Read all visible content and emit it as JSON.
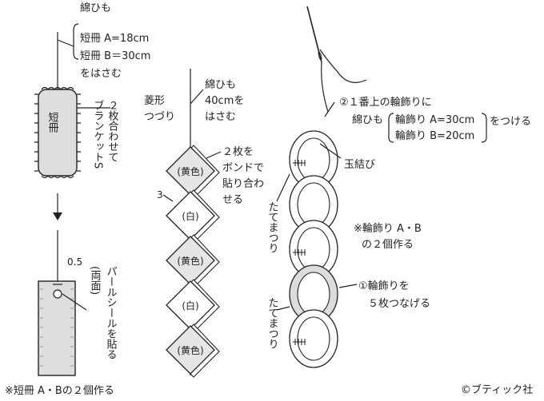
{
  "tanzaku": {
    "string_title": "綿ひも",
    "string_a": "短冊 A=18cm",
    "string_b": "短冊 B＝30cm",
    "string_end": "をはさむ",
    "card_label": "短冊",
    "blanket_l1": "２枚合わせて",
    "blanket_l2": "ブランケットS",
    "size_label": "0.5",
    "both_sides": "(両面)",
    "pearl_seal": "パールシールを貼る",
    "note": "※短冊 A・Bの２個作る"
  },
  "hishigata": {
    "title_l1": "菱形",
    "title_l2": "つづり",
    "string_l1": "綿ひも",
    "string_l2": "40cmを",
    "string_l3": "はさむ",
    "bond_l1": "２枚を",
    "bond_l2": "ボンドで",
    "bond_l3": "貼り合わ",
    "bond_l4": "せる",
    "size_label": "3",
    "diamonds": [
      {
        "label": "黄色",
        "color": "#e6e6e6"
      },
      {
        "label": "白",
        "color": "#ffffff"
      },
      {
        "label": "黄色",
        "color": "#e6e6e6"
      },
      {
        "label": "白",
        "color": "#ffffff"
      },
      {
        "label": "黄色",
        "color": "#e6e6e6"
      }
    ]
  },
  "wakazari": {
    "step2_l1": "②１番上の輪飾りに",
    "step2_l2": "綿ひも",
    "step2_a": "輪飾り A=30cm",
    "step2_b": "輪飾り B=20cm",
    "step2_end": "をつける",
    "knot": "玉結び",
    "tatematsuri": "たてまつり",
    "note_l1": "※輪飾り A・B",
    "note_l2": "の２個作る",
    "step1_l1": "①輪飾りを",
    "step1_l2": "５枚つなげる"
  },
  "copyright": "©ブティック社"
}
